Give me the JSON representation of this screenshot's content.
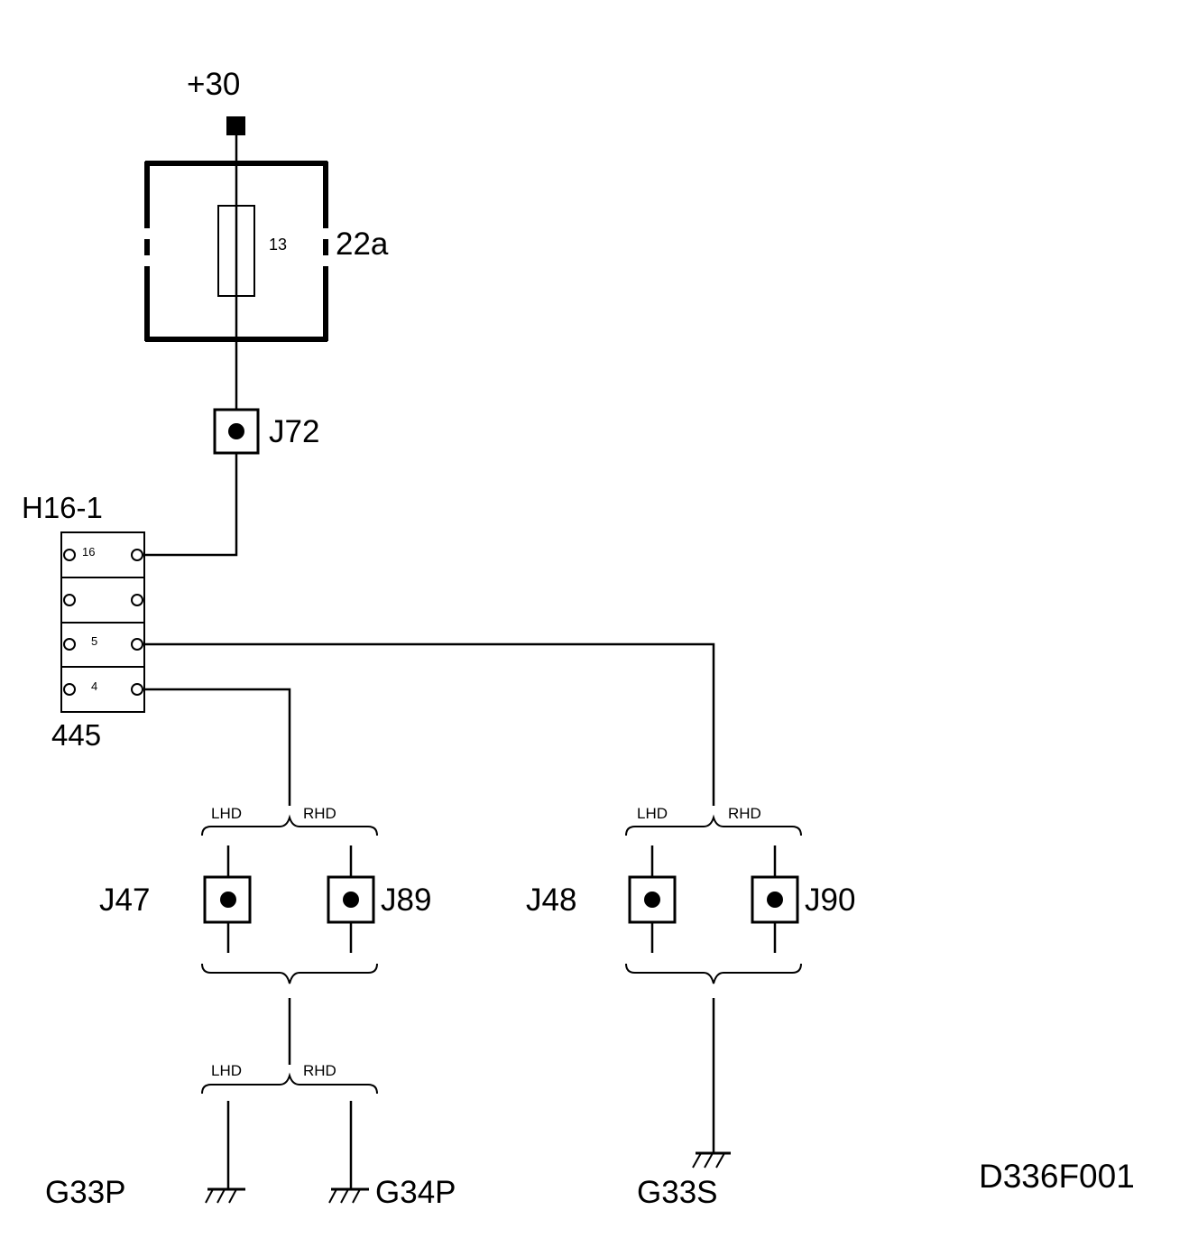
{
  "supply": {
    "label": "+30"
  },
  "fusebox": {
    "label": "22a",
    "fuse_number": "13"
  },
  "junctions": {
    "j72": "J72",
    "j47": "J47",
    "j89": "J89",
    "j48": "J48",
    "j90": "J90"
  },
  "connector": {
    "name": "H16-1",
    "number": "445",
    "pins": [
      "16",
      "",
      "5",
      "4"
    ]
  },
  "options": {
    "lhd": "LHD",
    "rhd": "RHD"
  },
  "grounds": {
    "g33p": "G33P",
    "g34p": "G34P",
    "g33s": "G33S"
  },
  "diagram_id": "D336F001"
}
